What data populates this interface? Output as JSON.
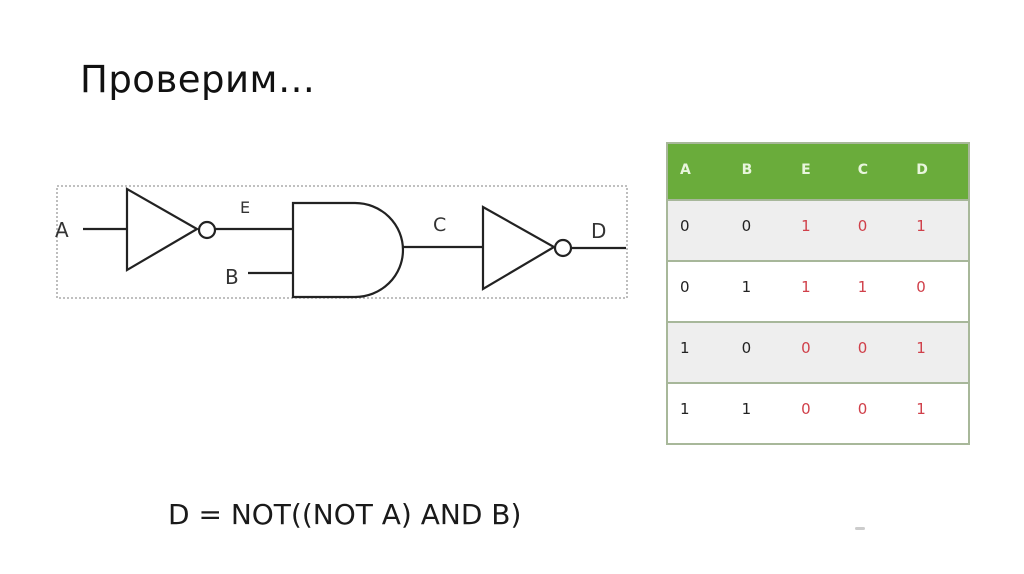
{
  "slide": {
    "title": "Проверим…",
    "formula": "D = NOT((NOT A) AND B)"
  },
  "circuit": {
    "labels": {
      "input_a": "A",
      "input_b": "B",
      "wire_e": "E",
      "wire_c": "C",
      "output_d": "D"
    },
    "gates": [
      {
        "type": "NOT",
        "input": "A",
        "output": "E"
      },
      {
        "type": "AND",
        "inputs": [
          "E",
          "B"
        ],
        "output": "C"
      },
      {
        "type": "NOT",
        "input": "C",
        "output": "D"
      }
    ]
  },
  "truth_table": {
    "headers": [
      "A",
      "B",
      "E",
      "C",
      "D"
    ],
    "rows": [
      [
        "0",
        "0",
        "1",
        "0",
        "1"
      ],
      [
        "0",
        "1",
        "1",
        "1",
        "0"
      ],
      [
        "1",
        "0",
        "0",
        "0",
        "1"
      ],
      [
        "1",
        "1",
        "0",
        "0",
        "1"
      ]
    ],
    "colors": {
      "header_bg": "#6aac3b",
      "input_text": "#222222",
      "output_text": "#d0404a",
      "row_alt_bg": "#eeeeee"
    }
  }
}
